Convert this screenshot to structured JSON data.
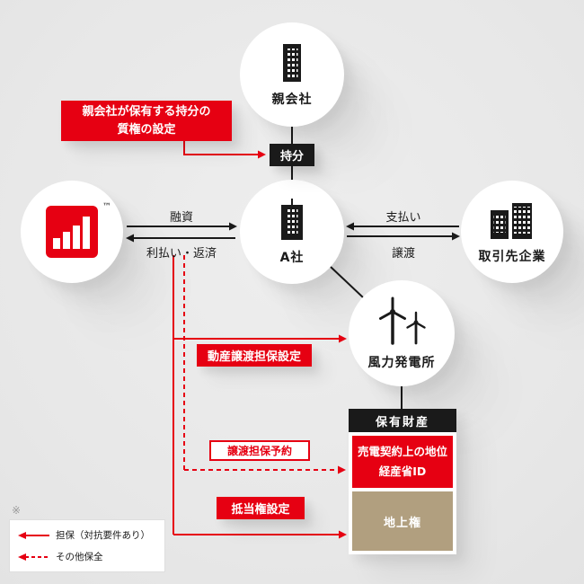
{
  "colors": {
    "accent_red": "#e60012",
    "ink_black": "#1a1a1a",
    "tan": "#b19f7f",
    "background": "#e9e9e9"
  },
  "nodes": {
    "lender": {
      "trademark": "™"
    },
    "parent": {
      "label": "親会社"
    },
    "company_a": {
      "label": "A社"
    },
    "customer": {
      "label": "取引先企業"
    },
    "wind_plant": {
      "label": "風力発電所"
    }
  },
  "edges": {
    "equity": "持分",
    "loan": "融資",
    "interest_repayment": "利払い・返済",
    "payment": "支払い",
    "transfer": "譲渡"
  },
  "annotations": {
    "pledge_line1": "親会社が保有する持分の",
    "pledge_line2": "質権の設定",
    "chattel_security": "動産譲渡担保設定",
    "transfer_security_reservation": "譲渡担保予約",
    "mortgage": "抵当権設定"
  },
  "assets": {
    "header": "保有財産",
    "contract_line1": "売電契約上の地位",
    "contract_line2": "経産省ID",
    "surface_right": "地上権"
  },
  "legend": {
    "note_mark": "※",
    "items": [
      {
        "style": "solid",
        "label": "担保（対抗要件あり）"
      },
      {
        "style": "dashed",
        "label": "その他保全"
      }
    ]
  }
}
